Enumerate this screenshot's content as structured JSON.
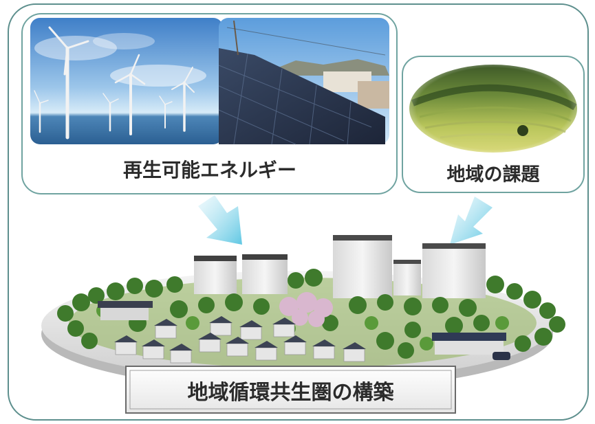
{
  "panels": {
    "renewable": {
      "label": "再生可能エネルギー"
    },
    "regional_issues": {
      "label": "地域の課題"
    }
  },
  "result": {
    "label": "地域循環共生圏の構築"
  }
}
